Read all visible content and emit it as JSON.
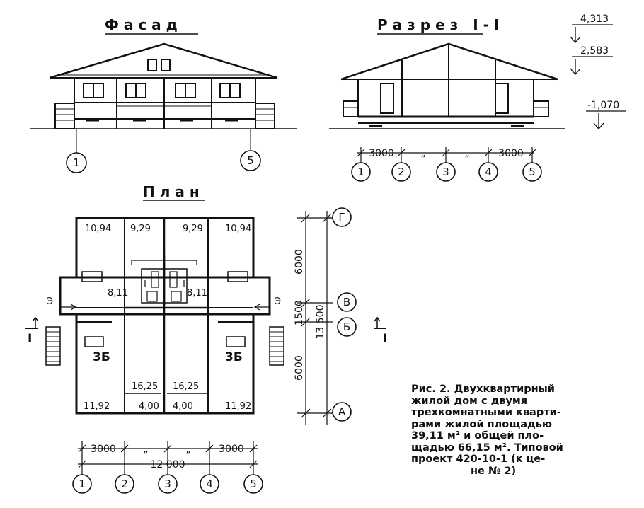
{
  "titles": {
    "facade": "Фасад",
    "section": "Разрез І-І",
    "plan": "План"
  },
  "elevation_marks": {
    "top": "4,313",
    "middle": "2,583",
    "ground": "-1,070"
  },
  "facade_axes": [
    "1",
    "5"
  ],
  "section": {
    "dims": [
      "3000",
      "„",
      "„",
      "3000"
    ],
    "axes": [
      "1",
      "2",
      "3",
      "4",
      "5"
    ]
  },
  "plan": {
    "rooms": {
      "r1": "10,94",
      "r2": "9,29",
      "r3": "9,29",
      "r4": "10,94",
      "hall_left": "8,11",
      "hall_right": "8,11",
      "living_left": "16,25",
      "living_right": "16,25",
      "bottom_left": "11,92",
      "bottom_mid_left": "4,00",
      "bottom_mid_right": "4,00",
      "bottom_right": "11,92",
      "ap_left": "3Б",
      "ap_right": "3Б"
    },
    "entrance_left": "Э",
    "entrance_right": "Э",
    "cut_mark_left": "І",
    "cut_mark_right": "І",
    "row_axes": [
      "Г",
      "В",
      "Б",
      "А"
    ],
    "vertical_dims": [
      "6000",
      "1500",
      "6000"
    ],
    "vertical_total": "13 500",
    "bottom_dims": [
      "3000",
      "„",
      "„",
      "3000"
    ],
    "bottom_total": "12 000",
    "col_axes": [
      "1",
      "2",
      "3",
      "4",
      "5"
    ]
  },
  "caption": {
    "line1": "Рис. 2. Двухквартирный",
    "line2": "жилой дом с двумя",
    "line3": "трехкомнатными кварти-",
    "line4": "рами жилой площадью",
    "line5": "39,11 м² и общей пло-",
    "line6": "щадью 66,15 м². Типовой",
    "line7": "проект 420-10-1 (к це-",
    "line8": "не № 2)"
  }
}
